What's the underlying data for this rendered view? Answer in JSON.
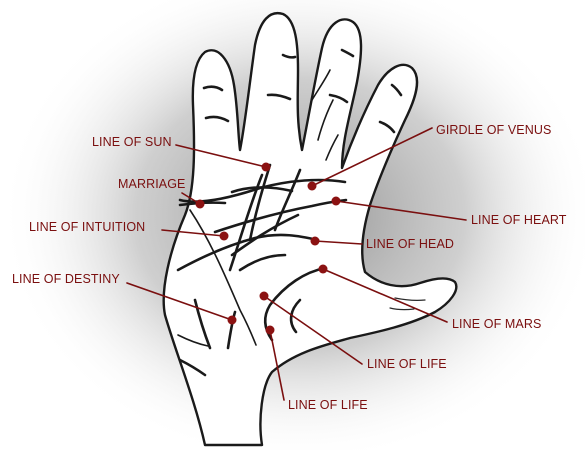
{
  "labels": {
    "line_of_sun": "LINE OF SUN",
    "marriage": "MARRIAGE",
    "line_of_intuition": "LINE OF INTUITION",
    "line_of_destiny": "LINE OF DESTINY",
    "girdle_of_venus": "GIRDLE OF VENUS",
    "line_of_heart": "LINE OF HEART",
    "line_of_head": "LINE OF HEAD",
    "line_of_mars": "LINE OF MARS",
    "line_of_life_1": "LINE OF LIFE",
    "line_of_life_2": "LINE OF LIFE"
  },
  "colors": {
    "accent": "#7a0f0f",
    "ink": "#1a1a1a",
    "shadow": "#8c8c8c"
  }
}
